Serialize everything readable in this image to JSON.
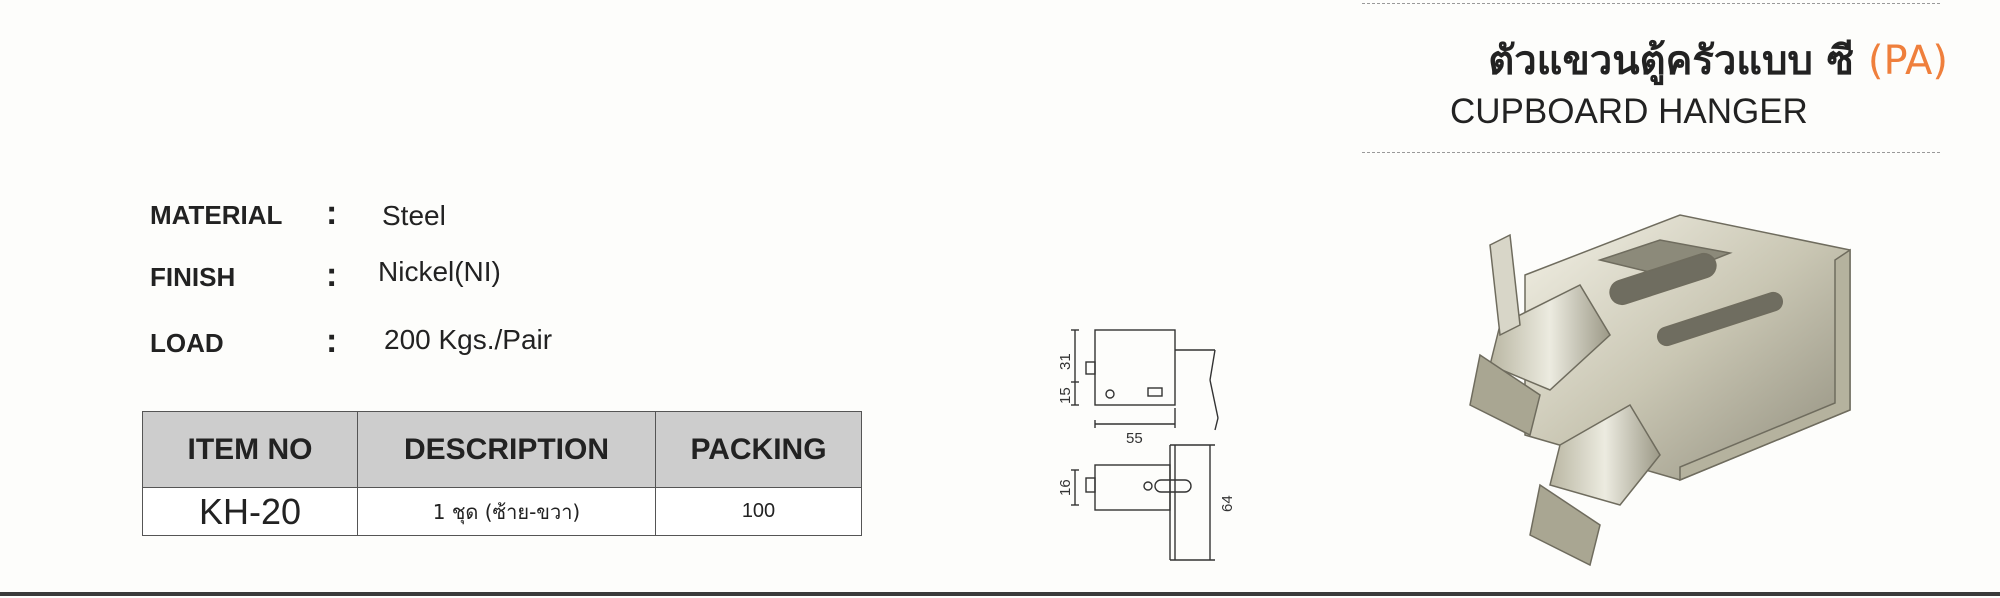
{
  "header": {
    "title_thai": "ตัวแขวนตู้ครัวแบบ ซี",
    "title_code": "(PA)",
    "title_english": "CUPBOARD HANGER",
    "accent_color": "#ef7f3c"
  },
  "specs": [
    {
      "label": "MATERIAL",
      "separator": ":",
      "value": "Steel"
    },
    {
      "label": "FINISH",
      "separator": ":",
      "value": "Nickel(NI)"
    },
    {
      "label": "LOAD",
      "separator": ":",
      "value": "200 Kgs./Pair"
    }
  ],
  "table": {
    "headers": [
      "ITEM NO",
      "DESCRIPTION",
      "PACKING"
    ],
    "rows": [
      [
        "KH-20",
        "1 ชุด (ซ้าย-ขวา)",
        "100"
      ]
    ]
  },
  "drawing": {
    "dim_height_top": "31",
    "dim_height_bottom": "15",
    "dim_width": "55",
    "dim_side_small": "16",
    "dim_side_height": "64"
  }
}
